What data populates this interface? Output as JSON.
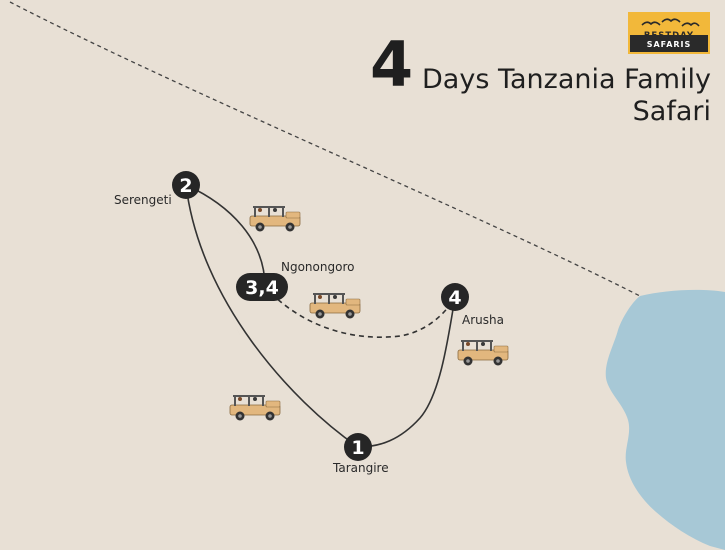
{
  "title": {
    "number": "4",
    "line1": "Days Tanzania Family",
    "line2": "Safari"
  },
  "logo": {
    "line1": "BESTDAY",
    "line2": "SAFARIS"
  },
  "colors": {
    "background": "#e8e0d5",
    "water": "#a7c8d6",
    "stop_marker": "#262626",
    "route": "#333333",
    "jeep": "#e2b77e"
  },
  "stops": [
    {
      "badge": "1",
      "name": "Tarangire"
    },
    {
      "badge": "2",
      "name": "Serengeti"
    },
    {
      "badge": "3,4",
      "name": "Ngonongoro"
    },
    {
      "badge": "4",
      "name": "Arusha"
    }
  ],
  "map": {
    "water_body": "lake (right edge)",
    "border": "dashed line",
    "vehicle_icon": "safari-jeep-icon"
  }
}
